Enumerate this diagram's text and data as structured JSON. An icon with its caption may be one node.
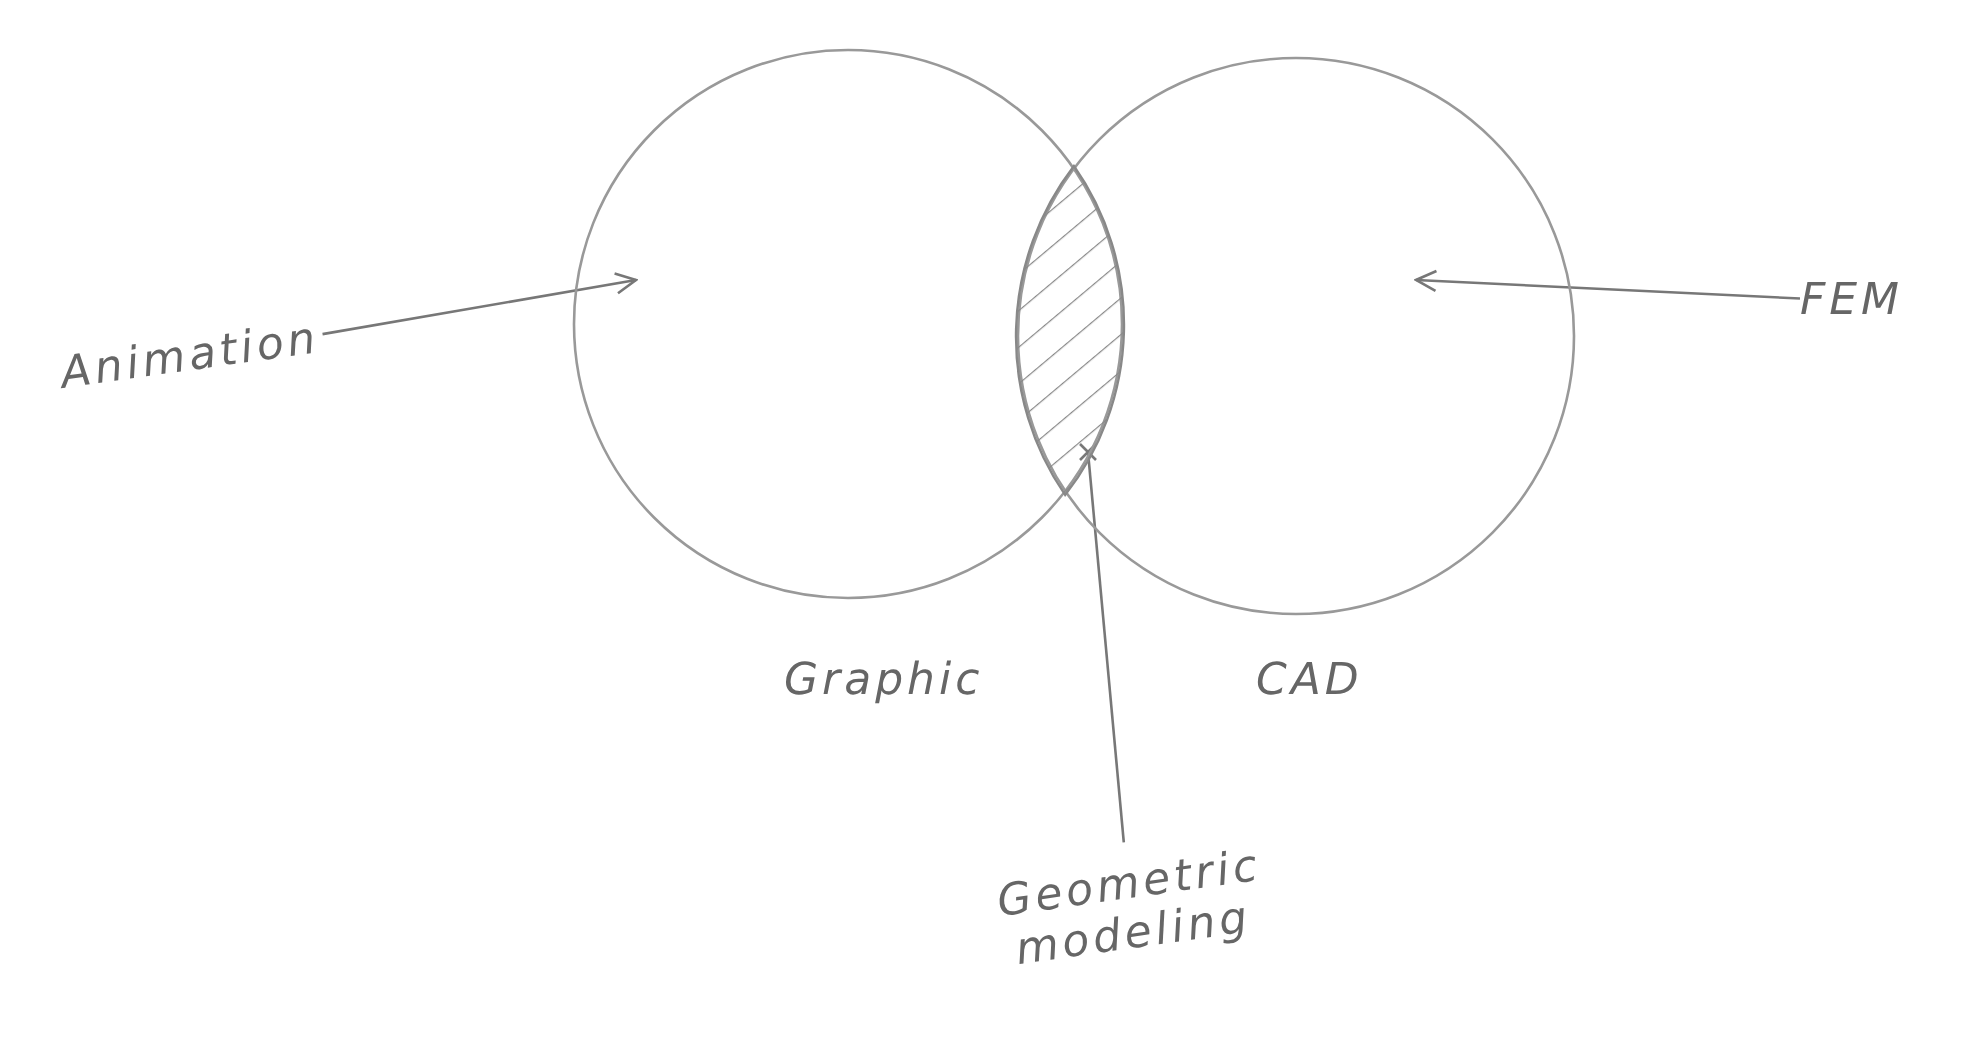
{
  "diagram": {
    "nodes": [
      {
        "text": [
          "Graphic"
        ]
      },
      {
        "text": [
          "CAD"
        ]
      },
      {
        "text": [],
        "shape": "lens"
      },
      {
        "text": [
          "Animation"
        ]
      },
      {
        "text": [
          "FEM"
        ]
      },
      {
        "text": [
          "Geometric modeling"
        ]
      }
    ],
    "edges": [
      {
        "from": 3,
        "to": 0,
        "arrow": "to"
      },
      {
        "from": 4,
        "to": 1,
        "arrow": "to"
      },
      {
        "from": 5,
        "to": 2,
        "arrow": "other"
      }
    ]
  }
}
